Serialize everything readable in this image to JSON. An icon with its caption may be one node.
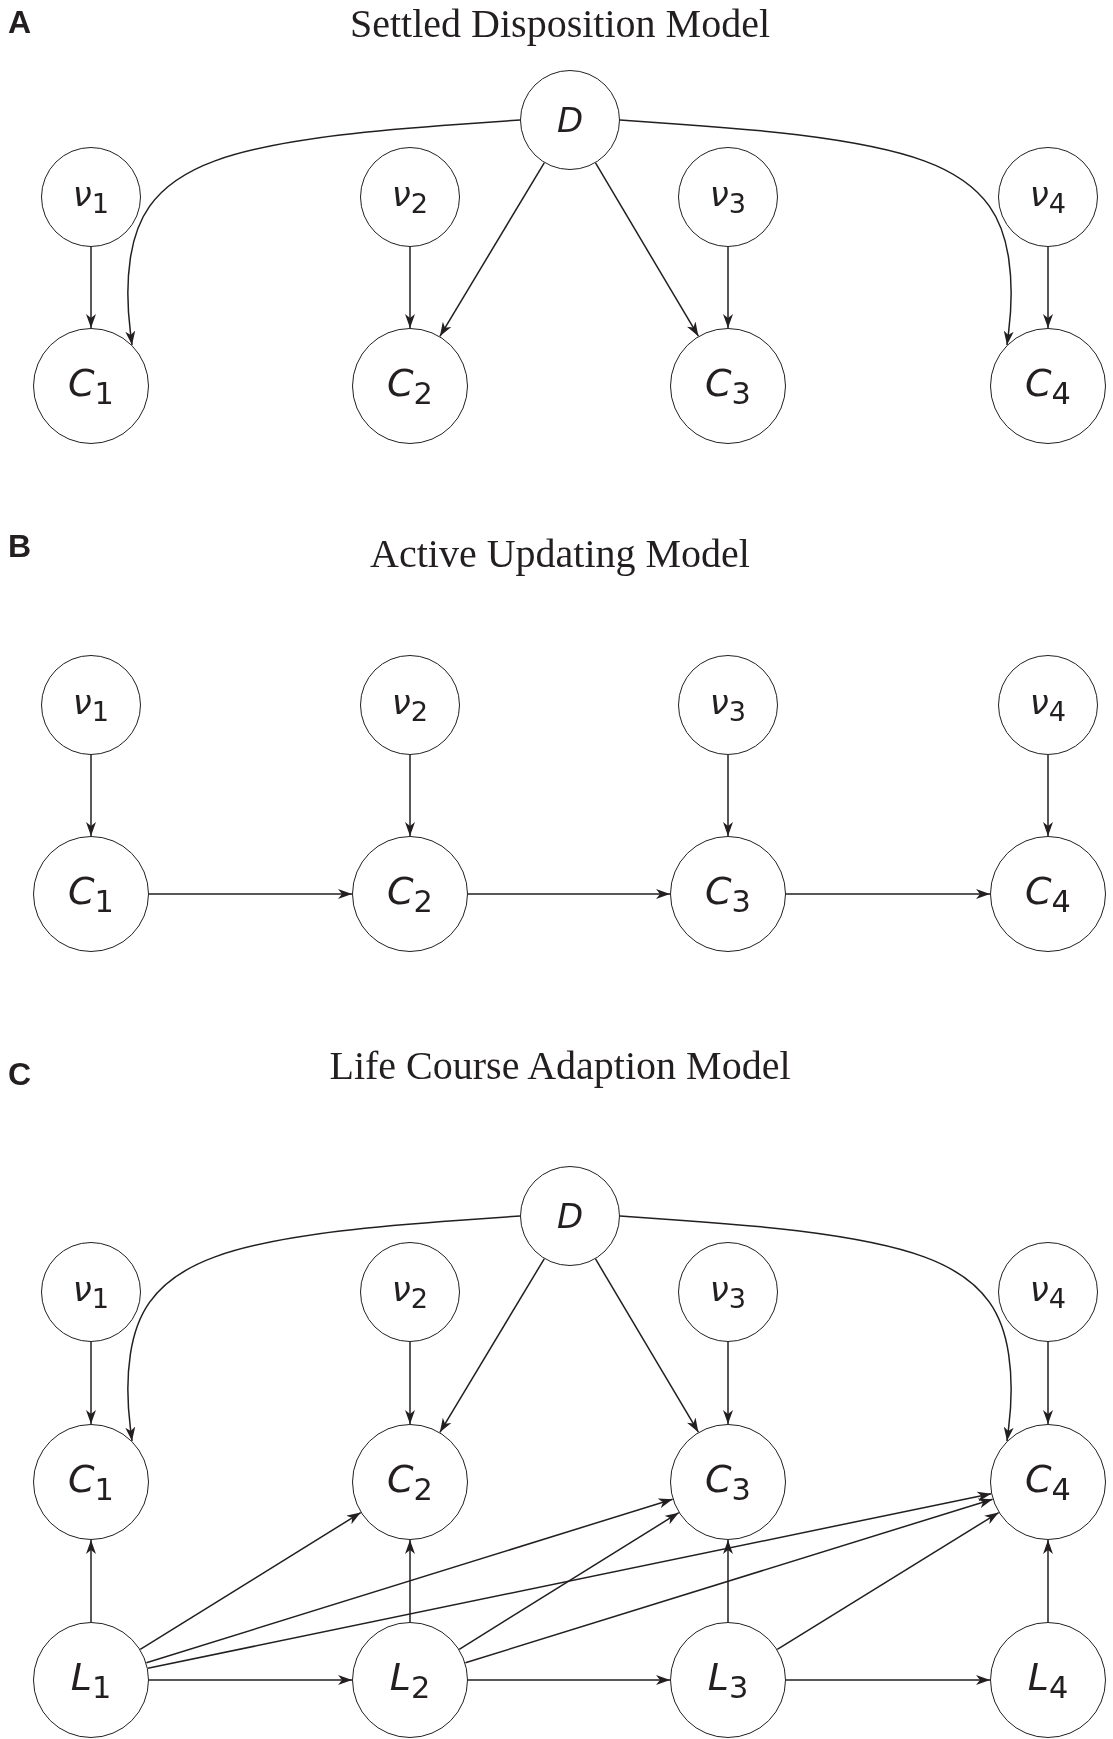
{
  "diagram": {
    "nodes": [
      {
        "text": [
          "D"
        ]
      },
      {
        "text": [
          "ν$_{1}$"
        ]
      },
      {
        "text": [
          "ν$_{2}$"
        ]
      },
      {
        "text": [
          "ν$_{3}$"
        ]
      },
      {
        "text": [
          "ν$_{4}$"
        ]
      },
      {
        "text": [
          "C$_{1}$"
        ]
      },
      {
        "text": [
          "C$_{2}$"
        ]
      },
      {
        "text": [
          "C$_{3}$"
        ]
      },
      {
        "text": [
          "C$_{4}$"
        ]
      },
      {
        "text": [
          "ν$_{1}$"
        ]
      },
      {
        "text": [
          "ν$_{2}$"
        ]
      },
      {
        "text": [
          "ν$_{3}$"
        ]
      },
      {
        "text": [
          "ν$_{4}$"
        ]
      },
      {
        "text": [
          "C$_{1}$"
        ]
      },
      {
        "text": [
          "C$_{2}$"
        ]
      },
      {
        "text": [
          "C$_{3}$"
        ]
      },
      {
        "text": [
          "C$_{4}$"
        ]
      },
      {
        "text": [
          "D"
        ]
      },
      {
        "text": [
          "ν$_{1}$"
        ]
      },
      {
        "text": [
          "ν$_{2}$"
        ]
      },
      {
        "text": [
          "ν$_{3}$"
        ]
      },
      {
        "text": [
          "ν$_{4}$"
        ]
      },
      {
        "text": [
          "C$_{1}$"
        ]
      },
      {
        "text": [
          "C$_{2}$"
        ]
      },
      {
        "text": [
          "C$_{3}$"
        ]
      },
      {
        "text": [
          "C$_{4}$"
        ]
      },
      {
        "text": [
          "L$_{1}$"
        ]
      },
      {
        "text": [
          "L$_{2}$"
        ]
      },
      {
        "text": [
          "L$_{3}$"
        ]
      },
      {
        "text": [
          "L$_{4}$"
        ]
      }
    ],
    "edges": [
      {
        "from": 1,
        "to": 5,
        "arrow": "to"
      },
      {
        "from": 2,
        "to": 6,
        "arrow": "to"
      },
      {
        "from": 3,
        "to": 7,
        "arrow": "to"
      },
      {
        "from": 4,
        "to": 8,
        "arrow": "to"
      },
      {
        "from": 0,
        "to": 5,
        "arrow": "to"
      },
      {
        "from": 0,
        "to": 6,
        "arrow": "to"
      },
      {
        "from": 0,
        "to": 7,
        "arrow": "to"
      },
      {
        "from": 0,
        "to": 8,
        "arrow": "to"
      },
      {
        "from": 9,
        "to": 13,
        "arrow": "to"
      },
      {
        "from": 10,
        "to": 14,
        "arrow": "to"
      },
      {
        "from": 11,
        "to": 15,
        "arrow": "to"
      },
      {
        "from": 12,
        "to": 16,
        "arrow": "to"
      },
      {
        "from": 13,
        "to": 14,
        "arrow": "to"
      },
      {
        "from": 14,
        "to": 15,
        "arrow": "to"
      },
      {
        "from": 15,
        "to": 16,
        "arrow": "to"
      },
      {
        "from": 17,
        "to": 22,
        "arrow": "to"
      },
      {
        "from": 17,
        "to": 23,
        "arrow": "to"
      },
      {
        "from": 17,
        "to": 24,
        "arrow": "to"
      },
      {
        "from": 17,
        "to": 25,
        "arrow": "to"
      },
      {
        "from": 18,
        "to": 22,
        "arrow": "to"
      },
      {
        "from": 19,
        "to": 23,
        "arrow": "to"
      },
      {
        "from": 20,
        "to": 24,
        "arrow": "to"
      },
      {
        "from": 21,
        "to": 25,
        "arrow": "to"
      },
      {
        "from": 26,
        "to": 22,
        "arrow": "to"
      },
      {
        "from": 27,
        "to": 23,
        "arrow": "to"
      },
      {
        "from": 28,
        "to": 24,
        "arrow": "to"
      },
      {
        "from": 29,
        "to": 25,
        "arrow": "to"
      },
      {
        "from": 26,
        "to": 23,
        "arrow": "to"
      },
      {
        "from": 26,
        "to": 24,
        "arrow": "to"
      },
      {
        "from": 26,
        "to": 25,
        "arrow": "to"
      },
      {
        "from": 27,
        "to": 24,
        "arrow": "to"
      },
      {
        "from": 27,
        "to": 25,
        "arrow": "to"
      },
      {
        "from": 28,
        "to": 25,
        "arrow": "to"
      },
      {
        "from": 26,
        "to": 27,
        "arrow": "to"
      },
      {
        "from": 27,
        "to": 28,
        "arrow": "to"
      },
      {
        "from": 28,
        "to": 29,
        "arrow": "to"
      }
    ],
    "labels": [
      "A",
      "Settled Disposition Model",
      "B",
      "Active Updating Model",
      "C",
      "Life Course Adaption Model"
    ]
  }
}
